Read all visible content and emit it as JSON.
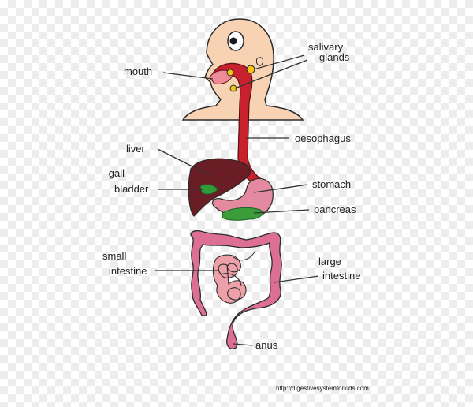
{
  "labels": {
    "salivary_glands": [
      "salivary",
      "glands"
    ],
    "mouth": "mouth",
    "oesophagus": "oesophagus",
    "liver": "liver",
    "gall_bladder": [
      "gall",
      "bladder"
    ],
    "stomach": "stomach",
    "pancreas": "pancreas",
    "small_intestine": [
      "small",
      "intestine"
    ],
    "large_intestine": [
      "large",
      "intestine"
    ],
    "anus": "anus"
  },
  "source_url": "http://digestivesystemforkids.com",
  "colors": {
    "skin": "#f7d3b3",
    "outline": "#2a2a2a",
    "oesophagus": "#c8212d",
    "liver": "#6b1d25",
    "gall_bladder": "#2f9b3a",
    "pancreas": "#3a9d3a",
    "stomach": "#e48aa0",
    "large_intestine": "#dd6f94",
    "small_intestine": "#eda0a8",
    "salivary_glands": "#f5c518"
  }
}
